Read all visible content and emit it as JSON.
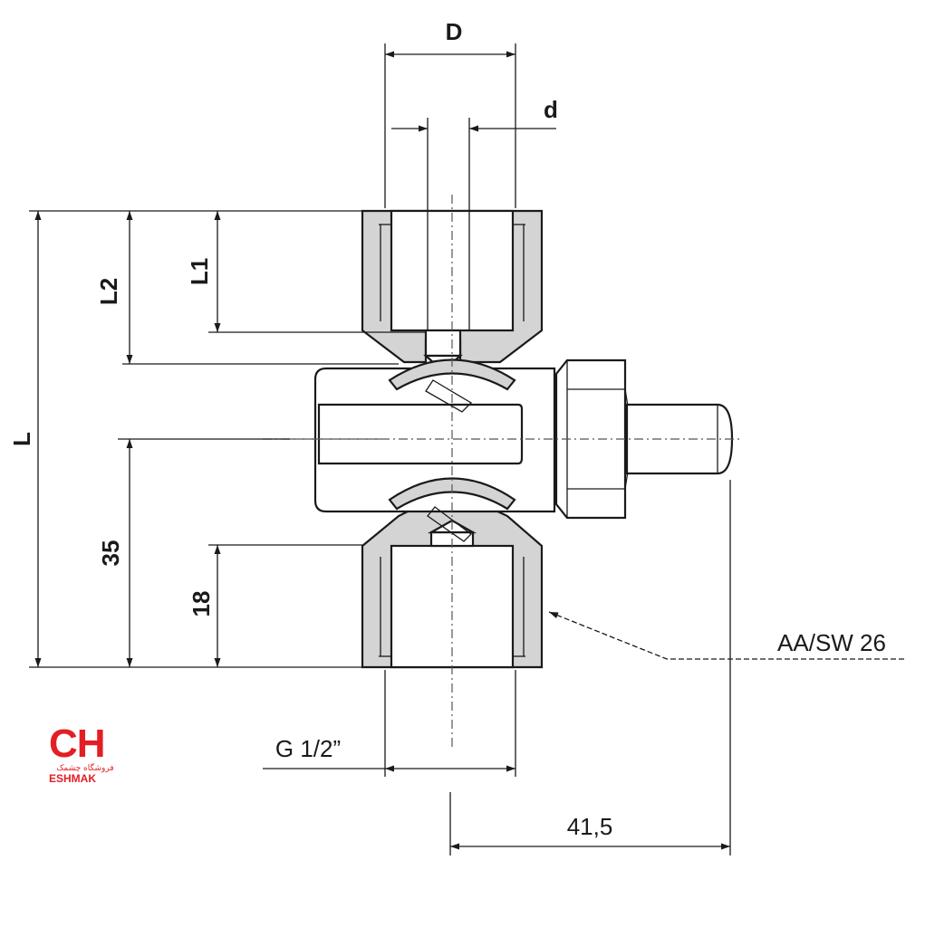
{
  "labels": {
    "D": "D",
    "d": "d",
    "L": "L",
    "L1": "L1",
    "L2": "L2",
    "dim_35": "35",
    "dim_18": "18",
    "thread": "G 1/2”",
    "wrench": "AA/SW 26",
    "dim_41_5": "41,5"
  },
  "logo": {
    "mark": "CH",
    "persian": "فروشگاه چشمک",
    "brand": "ESHMAK",
    "color": "#e31e24"
  }
}
